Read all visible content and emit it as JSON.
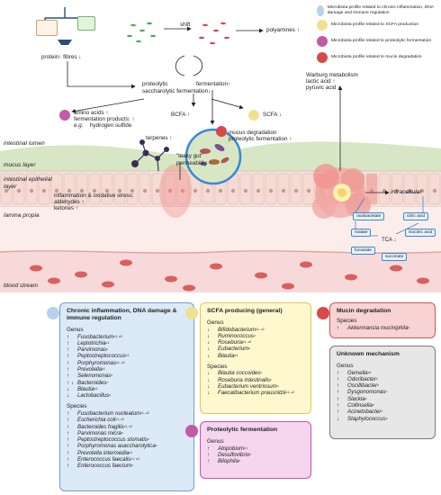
{
  "colors": {
    "chronic": "#dce9f6",
    "chronic_border": "#6fa0d1",
    "scfa": "#fff8cf",
    "scfa_border": "#e8c64a",
    "mucin": "#f8d3d3",
    "mucin_border": "#d25454",
    "proteo": "#f6d5ef",
    "proteo_border": "#c74fb1",
    "unknown": "#e7e7e7",
    "unknown_border": "#7a7a7a"
  },
  "top": {
    "protein_fibres": "protein↑ fibres ↓",
    "shift": "shift",
    "polyamines": "polyamines ↑",
    "proteolytic": "proteolytic",
    "saccharolytic": "saccharolytic fermentation↓",
    "fermentation": "fermentation↑",
    "bcfa": "BCFA ↑",
    "scfa": "SCFA ↓",
    "amino_acids": "amino acids ↑",
    "fermentation_products": "fermentation products: ↑",
    "eg": "e.g.",
    "hydrogen_sulfide": "hydrogen sulfide",
    "warburg": "Warburg metabolism",
    "lactic": "lactic acid ↑",
    "pyruvic": "pyruvic acid ↑",
    "mucus_deg": "mucus degradation",
    "proteolytic_ferm": "proteolytic fermentation ↑"
  },
  "legend": [
    {
      "text": "Microbiota profile related to chronic inflammation, DNA damage and immune regulation",
      "color": "#b8d2ee"
    },
    {
      "text": "Microbiota profile related to SCFA production",
      "color": "#f2e08e"
    },
    {
      "text": "Microbiota profile related to proteolytic fermentation",
      "color": "#c25aa8"
    },
    {
      "text": "Microbiota profile related to mucin degradation",
      "color": "#d84a4a"
    }
  ],
  "layers": {
    "lumen": "intestinal lumen",
    "mucus": "mucus layer",
    "epithelial": "intestinal epithelial layer",
    "lamina": "lamina propia",
    "blood": "blood stream"
  },
  "middle": {
    "terpenes": "terpenes ↑",
    "leaky": "\"leaky gut\"",
    "permeability": "permeability ↑",
    "inflammation": "inflammation & oxidative stress:",
    "aldehydes": "aldehydes ↑",
    "ketones": "ketones ↑",
    "intracellular": "intracellular"
  },
  "tca": {
    "oxaloacetate": "oxaloacetate",
    "citric": "citric acid",
    "malate": "malate",
    "isocitric": "isocitric acid",
    "tca": "TCA ↓",
    "fumarate": "fumarate",
    "succinate": "succinate"
  },
  "chronic": {
    "title1": "Chronic inflammation, DNA damage &",
    "title2": "immune regulation",
    "genus_label": "Genus",
    "genus": [
      {
        "a": "↑",
        "n": "Fusobacterium",
        "s": "c1, c2"
      },
      {
        "a": "↑",
        "n": "Leptotrichia",
        "s": "c1"
      },
      {
        "a": "↑",
        "n": "Parvimonas",
        "s": "c"
      },
      {
        "a": "↑",
        "n": "Peptostreptococcus",
        "s": "c1"
      },
      {
        "a": "↑",
        "n": "Porphyromonas",
        "s": "c1, c2"
      },
      {
        "a": "↑",
        "n": "Prevotella",
        "s": "c1"
      },
      {
        "a": "↑",
        "n": "Selenomonas",
        "s": "c"
      },
      {
        "a": "↑ ↓",
        "n": "Bacteroides",
        "s": "c"
      },
      {
        "a": "↓",
        "n": "Blautia",
        "s": "c1"
      },
      {
        "a": "↓",
        "n": "Lactobacillus",
        "s": "c"
      }
    ],
    "species_label": "Species",
    "species": [
      {
        "a": "↑",
        "n": "Fusobacterium nucleatum",
        "s": "c1, c2"
      },
      {
        "a": "↑",
        "n": "Escherichia coli",
        "s": "c1, c2"
      },
      {
        "a": "↑",
        "n": "Bacteroides fragilis",
        "s": "c1, c2"
      },
      {
        "a": "↑",
        "n": "Parvimonas micra",
        "s": "c"
      },
      {
        "a": "↑",
        "n": "Peptostreptococcus stomatis",
        "s": "c"
      },
      {
        "a": "↑",
        "n": "Porphyromonas asaccharolytica",
        "s": "c"
      },
      {
        "a": "↑",
        "n": "Prevotella intermedia",
        "s": "c1"
      },
      {
        "a": "↑",
        "n": "Enterococcus faecalis",
        "s": "c1, c2"
      },
      {
        "a": "↑",
        "n": "Enterococcus faecium",
        "s": "c"
      }
    ]
  },
  "scfa_box": {
    "title": "SCFA producing (general)",
    "genus_label": "Genus",
    "genus": [
      {
        "a": "↓",
        "n": "Bifidobacterium",
        "s": "c1, c2"
      },
      {
        "a": "↓",
        "n": "Ruminococcus",
        "s": "c"
      },
      {
        "a": "↓",
        "n": "Roseburia",
        "s": "c1, c2"
      },
      {
        "a": "↓",
        "n": "Eubacterium",
        "s": "c"
      },
      {
        "a": "↓",
        "n": "Blautia",
        "s": "c1"
      }
    ],
    "species_label": "Species",
    "species": [
      {
        "a": "↓",
        "n": "Blautia coccoides",
        "s": "c"
      },
      {
        "a": "↓",
        "n": "Roseburia intestinalis",
        "s": "c"
      },
      {
        "a": "↓",
        "n": "Eubacterium ventriosum",
        "s": "c"
      },
      {
        "a": "↓",
        "n": "Faecalibacterium prausnitzii",
        "s": "c1, c2"
      }
    ]
  },
  "proteo_box": {
    "title": "Proteolytic fermentation",
    "genus_label": "Genus",
    "genus": [
      {
        "a": "↑",
        "n": "Atopobium",
        "s": "c1"
      },
      {
        "a": "↑",
        "n": "Desulfovibrio",
        "s": "c"
      },
      {
        "a": "↑",
        "n": "Bilophila",
        "s": "c"
      }
    ]
  },
  "mucin_box": {
    "title": "Mucin degradation",
    "species_label": "Species",
    "species": [
      {
        "a": "↑",
        "n": "Akkermansia muciniphila",
        "s": "c"
      }
    ]
  },
  "unknown_box": {
    "title": "Unknown mechanism",
    "genus_label": "Genus",
    "genus": [
      {
        "a": "↑",
        "n": "Gemella",
        "s": "c1"
      },
      {
        "a": "↑",
        "n": "Odoribacter",
        "s": "c"
      },
      {
        "a": "↑",
        "n": "Oscillibacter",
        "s": "c"
      },
      {
        "a": "↑",
        "n": "Dysgonomonas",
        "s": "c"
      },
      {
        "a": "↑",
        "n": "Slackia",
        "s": "c"
      },
      {
        "a": "↑",
        "n": "Collinsella",
        "s": "c"
      },
      {
        "a": "↑",
        "n": "Acinetobacter",
        "s": "c"
      },
      {
        "a": "↓",
        "n": "Staphylococcus",
        "s": "c"
      }
    ]
  }
}
